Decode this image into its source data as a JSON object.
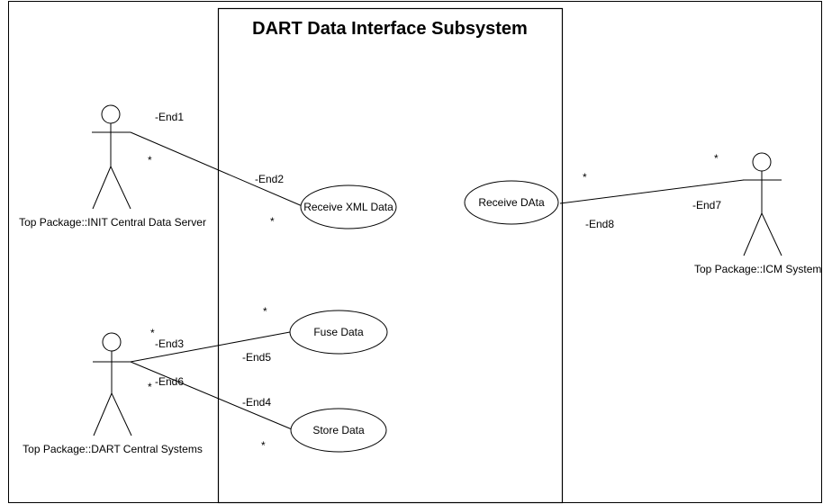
{
  "subsystem": {
    "title": "DART Data Interface Subsystem"
  },
  "actors": {
    "init_server": "Top Package::INIT Central Data Server",
    "dart_systems": "Top Package::DART Central Systems",
    "icm_system": "Top Package::ICM System"
  },
  "use_cases": {
    "receive_xml": "Receive XML Data",
    "receive_data": "Receive DAta",
    "fuse_data": "Fuse Data",
    "store_data": "Store Data"
  },
  "association_ends": {
    "end1": "-End1",
    "end2": "-End2",
    "end3": "-End3",
    "end4": "-End4",
    "end5": "-End5",
    "end6": "-End6",
    "end7": "-End7",
    "end8": "-End8"
  },
  "multiplicity": "*"
}
